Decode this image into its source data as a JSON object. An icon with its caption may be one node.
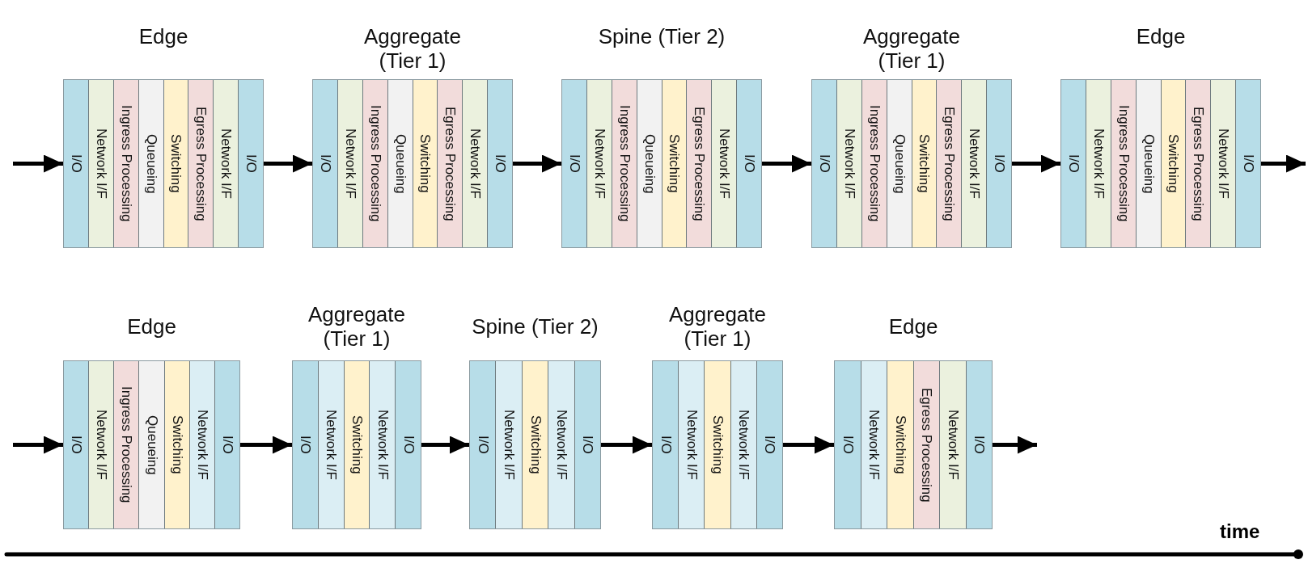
{
  "diagram": {
    "nodes": [
      {
        "text": [
          "Edge"
        ]
      },
      {
        "text": [
          "I/O"
        ],
        "in": 0
      },
      {
        "text": [
          "Network I/F"
        ],
        "in": 0
      },
      {
        "text": [
          "Ingress Processing"
        ],
        "in": 0
      },
      {
        "text": [
          "Queueing"
        ],
        "in": 0
      },
      {
        "text": [
          "Switching"
        ],
        "in": 0
      },
      {
        "text": [
          "Egress Processing"
        ],
        "in": 0
      },
      {
        "text": [
          "Network I/F"
        ],
        "in": 0
      },
      {
        "text": [
          "I/O"
        ],
        "in": 0
      },
      {
        "text": [
          "Aggregate (Tier 1)"
        ]
      },
      {
        "text": [
          "I/O"
        ],
        "in": 9
      },
      {
        "text": [
          "Network I/F"
        ],
        "in": 9
      },
      {
        "text": [
          "Ingress Processing"
        ],
        "in": 9
      },
      {
        "text": [
          "Queueing"
        ],
        "in": 9
      },
      {
        "text": [
          "Switching"
        ],
        "in": 9
      },
      {
        "text": [
          "Egress Processing"
        ],
        "in": 9
      },
      {
        "text": [
          "Network I/F"
        ],
        "in": 9
      },
      {
        "text": [
          "I/O"
        ],
        "in": 9
      },
      {
        "text": [
          "Spine (Tier 2)"
        ]
      },
      {
        "text": [
          "I/O"
        ],
        "in": 18
      },
      {
        "text": [
          "Network I/F"
        ],
        "in": 18
      },
      {
        "text": [
          "Ingress Processing"
        ],
        "in": 18
      },
      {
        "text": [
          "Queueing"
        ],
        "in": 18
      },
      {
        "text": [
          "Switching"
        ],
        "in": 18
      },
      {
        "text": [
          "Egress Processing"
        ],
        "in": 18
      },
      {
        "text": [
          "Network I/F"
        ],
        "in": 18
      },
      {
        "text": [
          "I/O"
        ],
        "in": 18
      },
      {
        "text": [
          "Aggregate (Tier 1)"
        ]
      },
      {
        "text": [
          "I/O"
        ],
        "in": 27
      },
      {
        "text": [
          "Network I/F"
        ],
        "in": 27
      },
      {
        "text": [
          "Ingress Processing"
        ],
        "in": 27
      },
      {
        "text": [
          "Queueing"
        ],
        "in": 27
      },
      {
        "text": [
          "Switching"
        ],
        "in": 27
      },
      {
        "text": [
          "Egress Processing"
        ],
        "in": 27
      },
      {
        "text": [
          "Network I/F"
        ],
        "in": 27
      },
      {
        "text": [
          "I/O"
        ],
        "in": 27
      },
      {
        "text": [
          "Edge"
        ]
      },
      {
        "text": [
          "I/O"
        ],
        "in": 36
      },
      {
        "text": [
          "Network I/F"
        ],
        "in": 36
      },
      {
        "text": [
          "Ingress Processing"
        ],
        "in": 36
      },
      {
        "text": [
          "Queueing"
        ],
        "in": 36
      },
      {
        "text": [
          "Switching"
        ],
        "in": 36
      },
      {
        "text": [
          "Egress Processing"
        ],
        "in": 36
      },
      {
        "text": [
          "Network I/F"
        ],
        "in": 36
      },
      {
        "text": [
          "I/O"
        ],
        "in": 36
      },
      {
        "text": [
          "Edge"
        ]
      },
      {
        "text": [
          "I/O"
        ],
        "in": 45
      },
      {
        "text": [
          "Network I/F"
        ],
        "in": 45
      },
      {
        "text": [
          "Ingress Processing"
        ],
        "in": 45
      },
      {
        "text": [
          "Queueing"
        ],
        "in": 45
      },
      {
        "text": [
          "Switching"
        ],
        "in": 45
      },
      {
        "text": [
          "Network I/F"
        ],
        "in": 45
      },
      {
        "text": [
          "I/O"
        ],
        "in": 45
      },
      {
        "text": [
          "Aggregate (Tier 1)"
        ]
      },
      {
        "text": [
          "I/O"
        ],
        "in": 53
      },
      {
        "text": [
          "Network I/F"
        ],
        "in": 53
      },
      {
        "text": [
          "Switching"
        ],
        "in": 53
      },
      {
        "text": [
          "Network I/F"
        ],
        "in": 53
      },
      {
        "text": [
          "I/O"
        ],
        "in": 53
      },
      {
        "text": [
          "Spine (Tier 2)"
        ]
      },
      {
        "text": [
          "I/O"
        ],
        "in": 59
      },
      {
        "text": [
          "Network I/F"
        ],
        "in": 59
      },
      {
        "text": [
          "Switching"
        ],
        "in": 59
      },
      {
        "text": [
          "Network I/F"
        ],
        "in": 59
      },
      {
        "text": [
          "I/O"
        ],
        "in": 59
      },
      {
        "text": [
          "Aggregate (Tier 1)"
        ]
      },
      {
        "text": [
          "I/O"
        ],
        "in": 65
      },
      {
        "text": [
          "Network I/F"
        ],
        "in": 65
      },
      {
        "text": [
          "Switching"
        ],
        "in": 65
      },
      {
        "text": [
          "Network I/F"
        ],
        "in": 65
      },
      {
        "text": [
          "I/O"
        ],
        "in": 65
      },
      {
        "text": [
          "Edge"
        ]
      },
      {
        "text": [
          "I/O"
        ],
        "in": 71
      },
      {
        "text": [
          "Network I/F"
        ],
        "in": 71
      },
      {
        "text": [
          "Switching"
        ],
        "in": 71
      },
      {
        "text": [
          "Egress Processing"
        ],
        "in": 71
      },
      {
        "text": [
          "Network I/F"
        ],
        "in": 71
      },
      {
        "text": [
          "I/O"
        ],
        "in": 71
      }
    ],
    "edges": [
      {
        "from": null,
        "to": 0,
        "arrow": "to"
      },
      {
        "from": 0,
        "to": 9,
        "arrow": "to"
      },
      {
        "from": 9,
        "to": 18,
        "arrow": "to"
      },
      {
        "from": 18,
        "to": 27,
        "arrow": "to"
      },
      {
        "from": 27,
        "to": 36,
        "arrow": "to"
      },
      {
        "from": 36,
        "to": null,
        "arrow": "to"
      },
      {
        "from": null,
        "to": 45,
        "arrow": "to"
      },
      {
        "from": 45,
        "to": 53,
        "arrow": "to"
      },
      {
        "from": 53,
        "to": 59,
        "arrow": "to"
      },
      {
        "from": 59,
        "to": 65,
        "arrow": "to"
      },
      {
        "from": 65,
        "to": 71,
        "arrow": "to"
      },
      {
        "from": 71,
        "to": null,
        "arrow": "to"
      }
    ],
    "labels": [
      "time"
    ]
  }
}
